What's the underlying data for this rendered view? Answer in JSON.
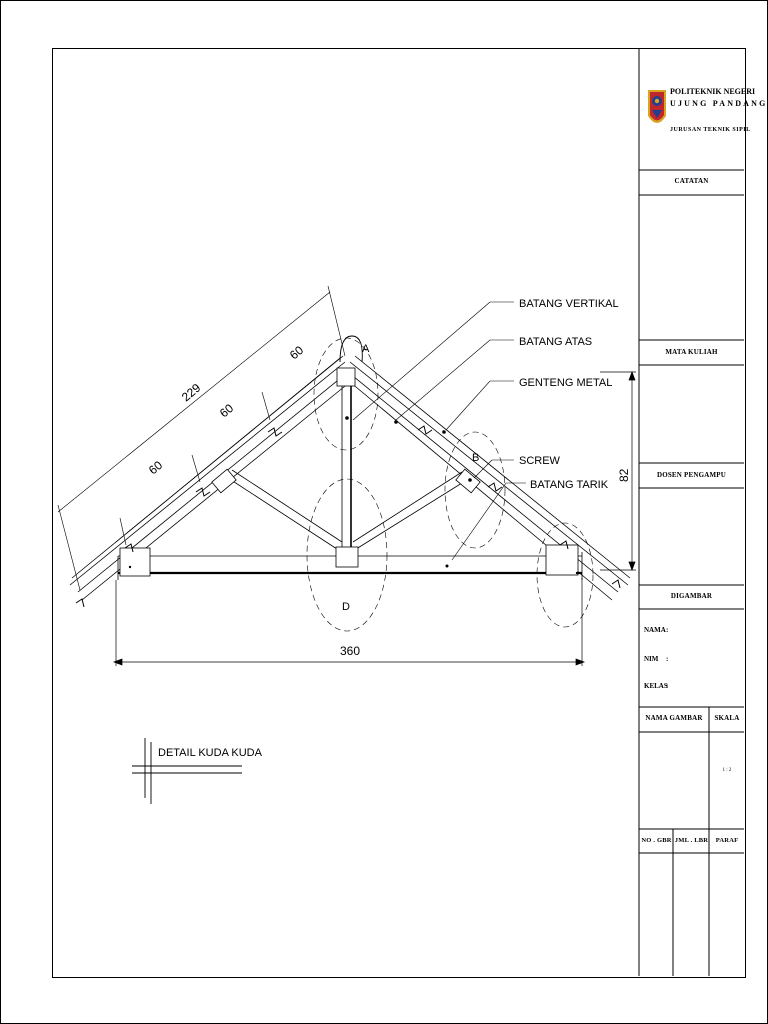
{
  "institution": {
    "name": "POLITEKNIK NEGERI",
    "city": "UJUNG PANDANG",
    "department": "JURUSAN TEKNIK SIPIL"
  },
  "title_block": {
    "catatan": "CATATAN",
    "mata_kuliah": "MATA KULIAH",
    "dosen_pengampu": "DOSEN PENGAMPU",
    "digambar": "DIGAMBAR",
    "nama": "NAMA",
    "nim": "NIM",
    "kelas": "KELAS",
    "colon": ":",
    "nama_gambar": "NAMA GAMBAR",
    "skala": "SKALA",
    "skala_value": "1 : 2",
    "no_gbr": "NO . GBR",
    "jml_lbr": "JML . LBR",
    "paraf": "PARAF"
  },
  "drawing": {
    "title": "DETAIL KUDA KUDA",
    "labels": {
      "batang_vertikal": "BATANG VERTIKAL",
      "batang_atas": "BATANG ATAS",
      "genteng_metal": "GENTENG METAL",
      "screw": "SCREW",
      "batang_tarik": "BATANG TARIK"
    },
    "detail_markers": {
      "a": "A",
      "b": "B",
      "d": "D"
    },
    "dimensions": {
      "slope_total": "229",
      "seg1": "60",
      "seg2": "60",
      "seg3": "60",
      "span": "360",
      "height": "82"
    }
  },
  "colors": {
    "line": "#000000",
    "background": "#ffffff",
    "logo_red": "#c0272d",
    "logo_blue": "#1f3f8f",
    "logo_gold": "#d9a521"
  }
}
